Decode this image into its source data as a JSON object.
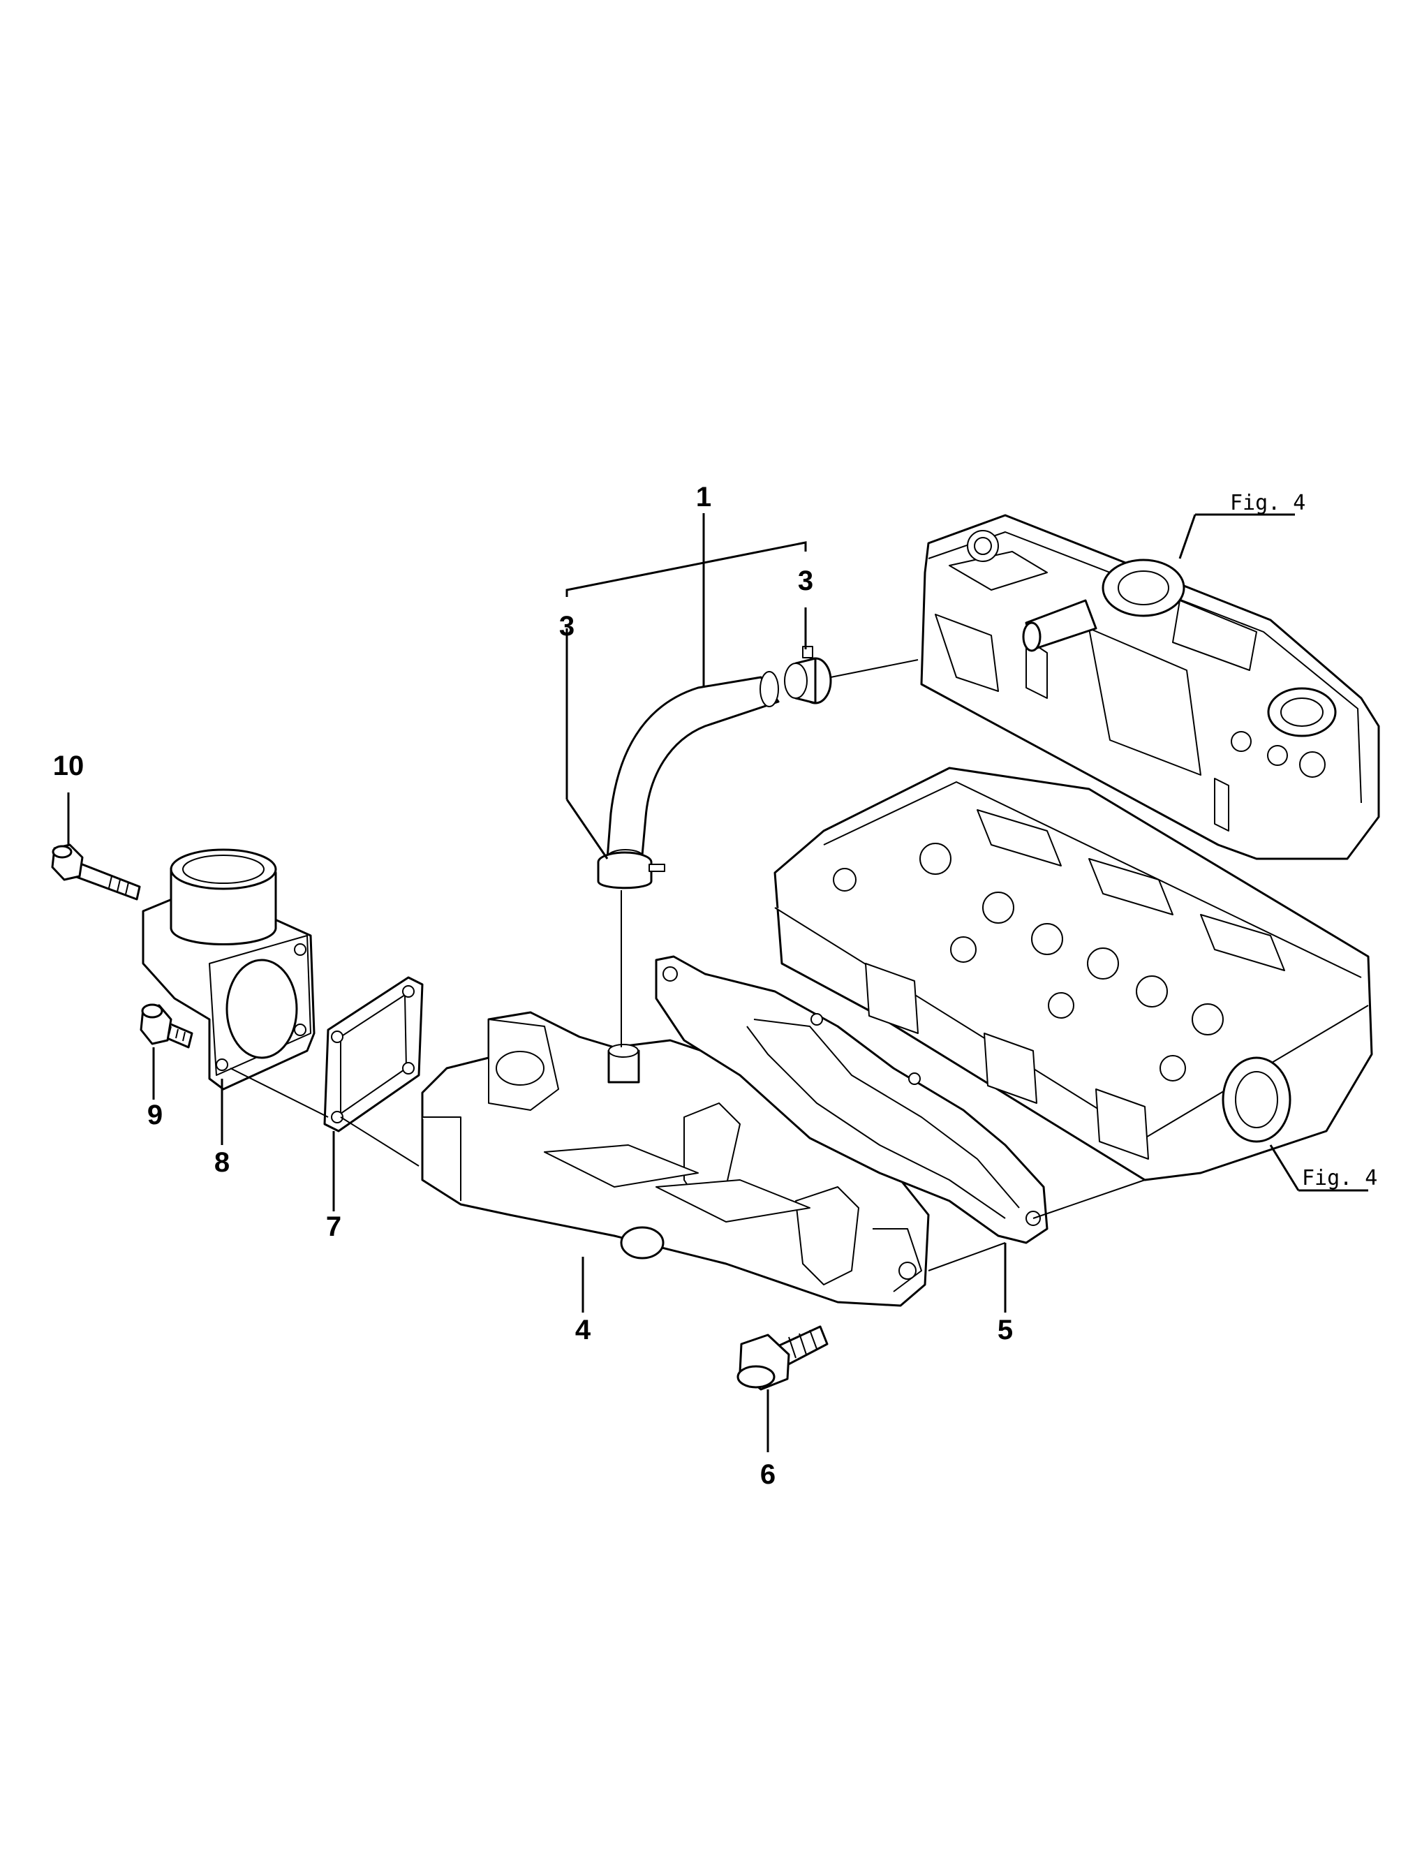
{
  "callouts": {
    "c1": "1",
    "c3a": "3",
    "c3b": "3",
    "c4": "4",
    "c5": "5",
    "c6": "6",
    "c7": "7",
    "c8": "8",
    "c9": "9",
    "c10": "10"
  },
  "figure_refs": {
    "valve_cover": "Fig. 4",
    "cylinder_head": "Fig. 4"
  },
  "parts": {
    "hose": "hose",
    "clamp": "clamp",
    "intake_manifold": "intake manifold",
    "gasket_manifold": "gasket",
    "bolt_manifold": "bolt",
    "gasket_elbow": "gasket",
    "intake_elbow": "intake elbow",
    "bolt_short": "bolt",
    "bolt_long": "bolt",
    "valve_cover": "valve cover",
    "cylinder_head": "cylinder head"
  }
}
